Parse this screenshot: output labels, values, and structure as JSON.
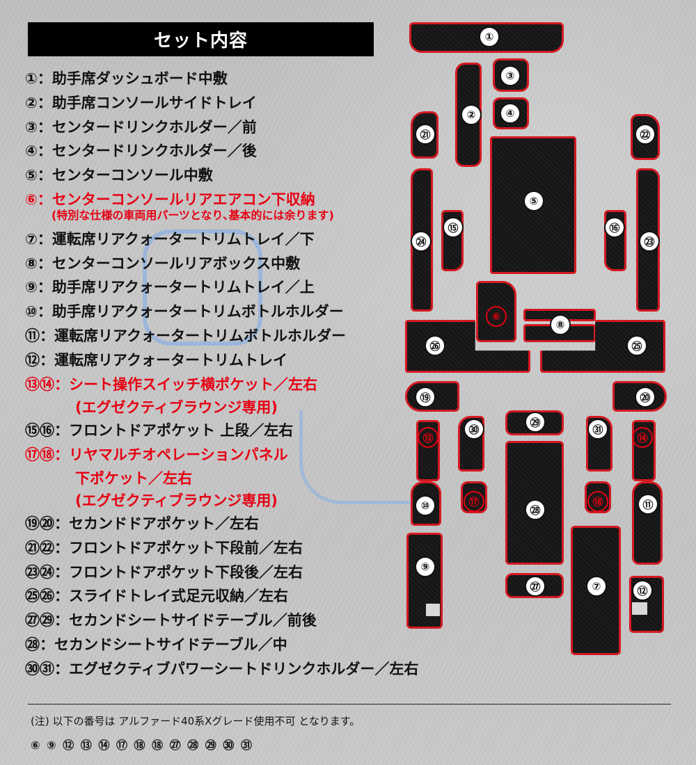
{
  "header": {
    "title": "セット内容"
  },
  "items": [
    {
      "label": "①：助手席ダッシュボード中敷",
      "red": false
    },
    {
      "label": "②：助手席コンソールサイドトレイ",
      "red": false
    },
    {
      "label": "③：センタードリンクホルダー／前",
      "red": false
    },
    {
      "label": "④：センタードリンクホルダー／後",
      "red": false
    },
    {
      "label": "⑤：センターコンソール中敷",
      "red": false
    },
    {
      "label": "⑥：センターコンソールリアエアコン下収納",
      "red": true,
      "sub": "(特別な仕様の車両用パーツとなり､基本的には余ります)"
    },
    {
      "label": "⑦：運転席リアクォータートリムトレイ／下",
      "red": false
    },
    {
      "label": "⑧：センターコンソールリアボックス中敷",
      "red": false
    },
    {
      "label": "⑨：助手席リアクォータートリムトレイ／上",
      "red": false
    },
    {
      "label": "⑩：助手席リアクォータートリムボトルホルダー",
      "red": false
    },
    {
      "label": "⑪：運転席リアクォータートリムボトルホルダー",
      "red": false
    },
    {
      "label": "⑫：運転席リアクォータートリムトレイ",
      "red": false
    },
    {
      "label": "⑬⑭：シート操作スイッチ横ポケット／左右",
      "red": true,
      "cont": [
        "(エグゼクティブラウンジ専用)"
      ]
    },
    {
      "label": "⑮⑯：フロントドアポケット 上段／左右",
      "red": false
    },
    {
      "label": "⑰⑱：リヤマルチオペレーションパネル",
      "red": true,
      "cont": [
        "下ポケット／左右",
        "(エグゼクティブラウンジ専用)"
      ]
    },
    {
      "label": "⑲⑳：セカンドドアポケット／左右",
      "red": false
    },
    {
      "label": "㉑㉒：フロントドアポケット下段前／左右",
      "red": false
    },
    {
      "label": "㉓㉔：フロントドアポケット下段後／左右",
      "red": false
    },
    {
      "label": "㉕㉖：スライドトレイ式足元収納／左右",
      "red": false
    },
    {
      "label": "㉗㉙：セカンドシートサイドテーブル／前後",
      "red": false
    },
    {
      "label": "㉘：セカンドシートサイドテーブル／中",
      "red": false
    },
    {
      "label": "㉚㉛：エグゼクティブパワーシートドリンクホルダー／左右",
      "red": false
    }
  ],
  "note": {
    "text": "(注) 以下の番号は アルファード40系Xグレード使用不可 となります。",
    "numbers": "⑥ ⑨ ⑫ ⑬ ⑭ ⑰ ⑱ ⑱ ㉗ ㉘ ㉙ ㉚ ㉛"
  },
  "parts": {
    "p1": "①",
    "p2": "②",
    "p3": "③",
    "p4": "④",
    "p5": "⑤",
    "p6": "⑥",
    "p7": "⑦",
    "p8": "⑧",
    "p9": "⑨",
    "p10": "⑩",
    "p11": "⑪",
    "p12": "⑫",
    "p13": "⑬",
    "p14": "⑭",
    "p15": "⑮",
    "p16": "⑯",
    "p17": "⑰",
    "p18": "⑱",
    "p19": "⑲",
    "p20": "⑳",
    "p21": "㉑",
    "p22": "㉒",
    "p23": "㉓",
    "p24": "㉔",
    "p25": "㉕",
    "p26": "㉖",
    "p27": "㉗",
    "p28": "㉘",
    "p29": "㉙",
    "p30": "㉚",
    "p31": "㉛"
  },
  "colors": {
    "accent_red": "#e60012",
    "mat_border": "#d51921",
    "mat_fill": "#151515"
  }
}
